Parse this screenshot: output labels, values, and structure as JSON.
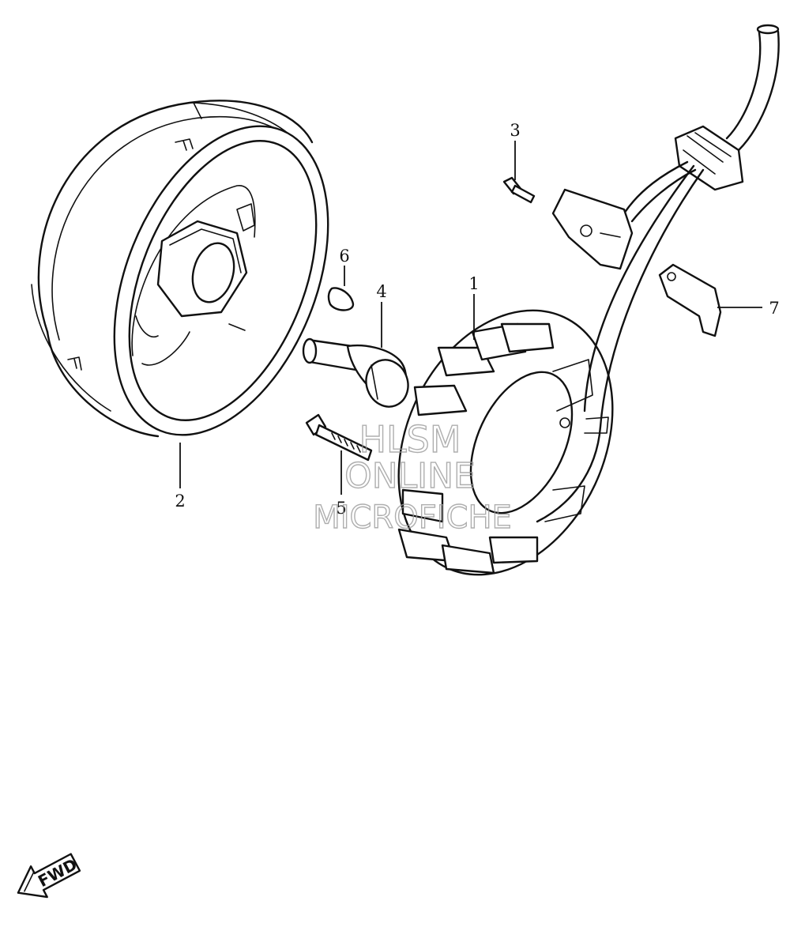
{
  "diagram": {
    "callouts": [
      {
        "id": "callout-1",
        "label": "1"
      },
      {
        "id": "callout-2",
        "label": "2"
      },
      {
        "id": "callout-3",
        "label": "3"
      },
      {
        "id": "callout-4",
        "label": "4"
      },
      {
        "id": "callout-5",
        "label": "5"
      },
      {
        "id": "callout-6",
        "label": "6"
      },
      {
        "id": "callout-7",
        "label": "7"
      }
    ],
    "watermark": {
      "line1": "HLSM",
      "line2": "ONLINE",
      "line3": "MICROFICHE"
    },
    "direction_marker": "FWD"
  }
}
